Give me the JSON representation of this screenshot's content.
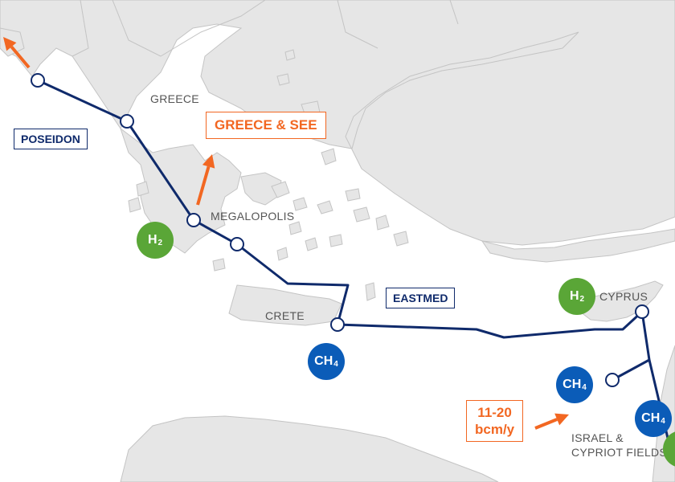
{
  "colors": {
    "land": "#e6e6e6",
    "land_stroke": "#c4c4c4",
    "pipeline": "#0f2a6b",
    "arrow": "#f26722",
    "hydrogen": "#5aa637",
    "methane": "#0b5cb8"
  },
  "labels": {
    "greece": "GREECE",
    "megalopolis": "MEGALOPOLIS",
    "crete": "CRETE",
    "cyprus": "CYPRUS",
    "israel_cyprus_fields_line1": "ISRAEL &",
    "israel_cyprus_fields_line2": "CYPRIOT FIELDS"
  },
  "pipelines": {
    "poseidon": "POSEIDON",
    "eastmed": "EASTMED"
  },
  "callouts": {
    "greece_see": "GREECE & SEE",
    "capacity_line1": "11-20",
    "capacity_line2": "bcm/y"
  },
  "badges": {
    "h2_symbol": "H",
    "h2_subscript": "2",
    "ch4_symbol": "CH",
    "ch4_subscript": "4"
  }
}
